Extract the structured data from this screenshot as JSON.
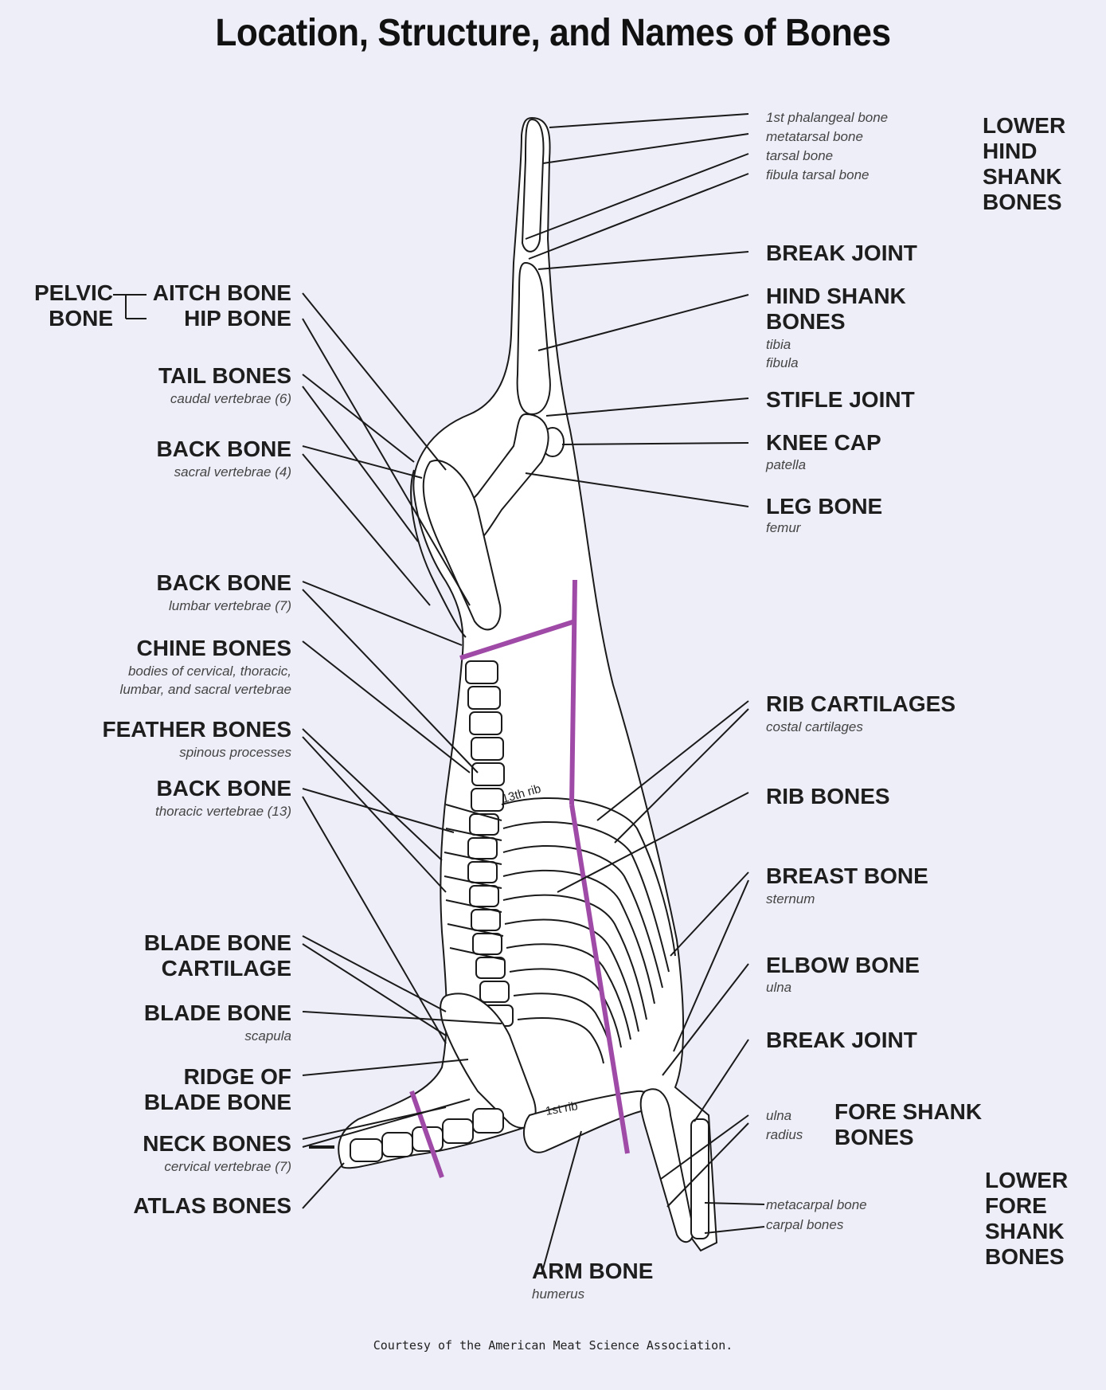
{
  "title": "Location, Structure, and Names of Bones",
  "credit": "Courtesy of the American Meat Science Association.",
  "left_labels": {
    "pelvic_line1": "PELVIC",
    "pelvic_line2": "BONE",
    "aitch_bone": "AITCH BONE",
    "hip_bone": "HIP BONE",
    "tail_bones": "TAIL BONES",
    "tail_bones_sub": "caudal vertebrae (6)",
    "back_bone_sacral": "BACK BONE",
    "back_bone_sacral_sub": "sacral vertebrae (4)",
    "back_bone_lumbar": "BACK BONE",
    "back_bone_lumbar_sub": "lumbar vertebrae (7)",
    "chine_bones": "CHINE BONES",
    "chine_bones_sub1": "bodies of cervical, thoracic,",
    "chine_bones_sub2": "lumbar, and sacral vertebrae",
    "feather_bones": "FEATHER BONES",
    "feather_bones_sub": "spinous processes",
    "back_bone_thoracic": "BACK BONE",
    "back_bone_thoracic_sub": "thoracic vertebrae (13)",
    "blade_cart_line1": "BLADE BONE",
    "blade_cart_line2": "CARTILAGE",
    "blade_bone": "BLADE BONE",
    "blade_bone_sub": "scapula",
    "ridge_line1": "RIDGE OF",
    "ridge_line2": "BLADE BONE",
    "neck_bones": "NECK BONES",
    "neck_bones_sub": "cervical vertebrae (7)",
    "atlas_bones": "ATLAS BONES"
  },
  "right_labels": {
    "phalangeal": "1st phalangeal bone",
    "metatarsal": "metatarsal bone",
    "tarsal": "tarsal bone",
    "fibula_tarsal": "fibula tarsal bone",
    "lower_hind_1": "LOWER",
    "lower_hind_2": "HIND",
    "lower_hind_3": "SHANK",
    "lower_hind_4": "BONES",
    "break_joint_hind": "BREAK JOINT",
    "hind_shank_1": "HIND SHANK",
    "hind_shank_2": "BONES",
    "hind_shank_sub1": "tibia",
    "hind_shank_sub2": "fibula",
    "stifle_joint": "STIFLE JOINT",
    "knee_cap": "KNEE CAP",
    "knee_cap_sub": "patella",
    "leg_bone": "LEG BONE",
    "leg_bone_sub": "femur",
    "rib_cartilages": "RIB CARTILAGES",
    "rib_cartilages_sub": "costal cartilages",
    "rib_bones": "RIB BONES",
    "breast_bone": "BREAST BONE",
    "breast_bone_sub": "sternum",
    "elbow_bone": "ELBOW BONE",
    "elbow_bone_sub": "ulna",
    "break_joint_fore": "BREAK JOINT",
    "ulna": "ulna",
    "radius": "radius",
    "fore_shank_1": "FORE SHANK",
    "fore_shank_2": "BONES",
    "metacarpal": "metacarpal bone",
    "carpal": "carpal bones",
    "lower_fore_1": "LOWER",
    "lower_fore_2": "FORE",
    "lower_fore_3": "SHANK",
    "lower_fore_4": "BONES",
    "arm_bone": "ARM BONE",
    "arm_bone_sub": "humerus"
  },
  "rib_markers": {
    "thirteenth": "13th rib",
    "first": "1st rib"
  },
  "colors": {
    "background": "#eeeef9",
    "cut_lines": "#a04aa8",
    "bone_fill": "#ffffff",
    "outline": "#1a1a1a"
  }
}
